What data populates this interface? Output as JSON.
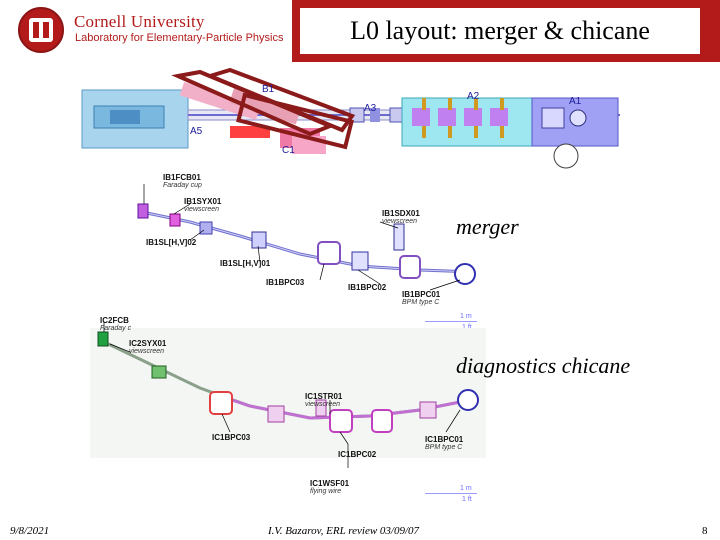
{
  "header": {
    "university": "Cornell University",
    "laboratory": "Laboratory for Elementary-Particle Physics",
    "title": "L0 layout: merger & chicane",
    "brand_color": "#b31b1b"
  },
  "overview": {
    "zones": [
      "A1",
      "A2",
      "A3",
      "A5",
      "B1",
      "C1"
    ]
  },
  "merger": {
    "caption": "merger",
    "labels": [
      {
        "name": "IB1FCB01",
        "sub": "Faraday cup"
      },
      {
        "name": "IB1SYX01",
        "sub": "viewscreen"
      },
      {
        "name": "IB1SL[H,V]02",
        "sub": ""
      },
      {
        "name": "IB1SL[H,V]01",
        "sub": ""
      },
      {
        "name": "IB1BPC03",
        "sub": ""
      },
      {
        "name": "IB1SDX01",
        "sub": "viewscreen"
      },
      {
        "name": "IB1BPC02",
        "sub": ""
      },
      {
        "name": "IB1BPC01",
        "sub": "BPM type C"
      }
    ],
    "scale": [
      "1 m",
      "1 ft"
    ]
  },
  "chicane": {
    "caption": "diagnostics chicane",
    "labels": [
      {
        "name": "IC2FCB",
        "sub": "Faraday c"
      },
      {
        "name": "IC2SYX01",
        "sub": "viewscreen"
      },
      {
        "name": "IC1STR01",
        "sub": "viewscreen"
      },
      {
        "name": "IC1BPC03",
        "sub": ""
      },
      {
        "name": "IC1BPC02",
        "sub": ""
      },
      {
        "name": "IC1BPC01",
        "sub": "BPM type C"
      },
      {
        "name": "IC1WSF01",
        "sub": "flying wire"
      }
    ],
    "scale": [
      "1 m",
      "1 ft"
    ]
  },
  "footer": {
    "date": "9/8/2021",
    "author": "I.V. Bazarov, ERL review 03/09/07",
    "page": "8"
  }
}
